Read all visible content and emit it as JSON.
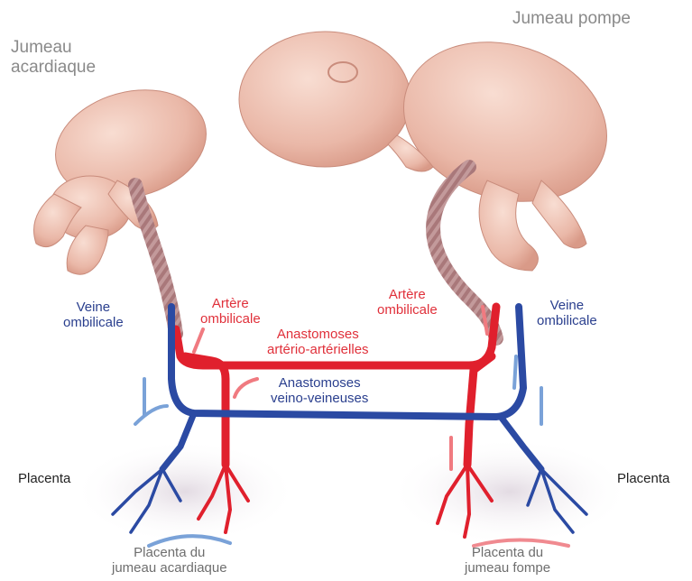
{
  "colors": {
    "artery_red": "#e0202d",
    "vein_blue": "#2b4aa3",
    "skin": "#f1c7b9",
    "cord": "#b9898b",
    "label_red": "#e0303a",
    "label_blue": "#2a3f8e",
    "label_gray": "#8a8a8a"
  },
  "labels": {
    "acardiac_twin_line1": "Jumeau",
    "acardiac_twin_line2": "acardiaque",
    "pump_twin": "Jumeau pompe",
    "left_vein_line1": "Veine",
    "left_vein_line2": "ombilicale",
    "left_artery_line1": "Artère",
    "left_artery_line2": "ombilicale",
    "right_artery_line1": "Artère",
    "right_artery_line2": "ombilicale",
    "right_vein_line1": "Veine",
    "right_vein_line2": "ombilicale",
    "aa_anastomoses_line1": "Anastomoses",
    "aa_anastomoses_line2": "artério-artérielles",
    "vv_anastomoses_line1": "Anastomoses",
    "vv_anastomoses_line2": "veino-veineuses",
    "placenta_left": "Placenta",
    "placenta_right": "Placenta",
    "caption_left_line1": "Placenta du",
    "caption_left_line2": "jumeau acardiaque",
    "caption_right_line1": "Placenta du",
    "caption_right_line2": "jumeau fompe"
  }
}
